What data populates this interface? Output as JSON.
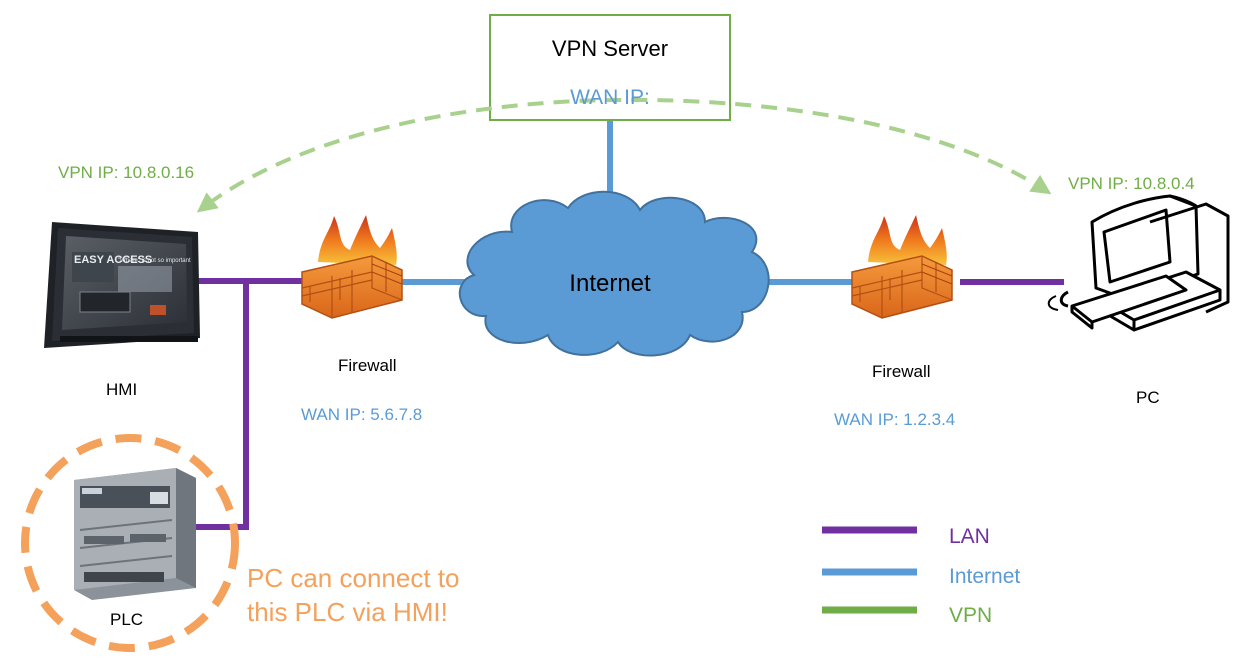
{
  "colors": {
    "lan": "#7030A0",
    "internet": "#5B9BD5",
    "vpn": "#70AD47",
    "vpn_dashed": "#A9D18E",
    "callout": "#F4A15C",
    "cloud_fill": "#5B9BD5",
    "cloud_stroke": "#41719C",
    "server_box": "#70AD47",
    "text": "#000000"
  },
  "vpn_server": {
    "title": "VPN Server",
    "wan_ip": "WAN IP:"
  },
  "cloud": {
    "label": "Internet"
  },
  "hmi": {
    "label": "HMI",
    "vpn_ip": "VPN IP: 10.8.0.16",
    "screen_brand": "EASY ACCESS",
    "screen_tagline": "\"Where\" is not so important"
  },
  "firewall_left": {
    "label": "Firewall",
    "wan_ip": "WAN IP: 5.6.7.8"
  },
  "firewall_right": {
    "label": "Firewall",
    "wan_ip": "WAN IP: 1.2.3.4"
  },
  "pc": {
    "label": "PC",
    "vpn_ip": "VPN IP: 10.8.0.4"
  },
  "plc": {
    "label": "PLC"
  },
  "callout": {
    "line1": "PC can connect to",
    "line2": "this PLC via HMI!"
  },
  "legend": [
    {
      "label": "LAN",
      "color": "#7030A0"
    },
    {
      "label": "Internet",
      "color": "#5B9BD5"
    },
    {
      "label": "VPN",
      "color": "#70AD47"
    }
  ],
  "icons": [
    "hmi-device-icon",
    "firewall-icon",
    "cloud-icon",
    "pc-icon",
    "plc-icon"
  ]
}
